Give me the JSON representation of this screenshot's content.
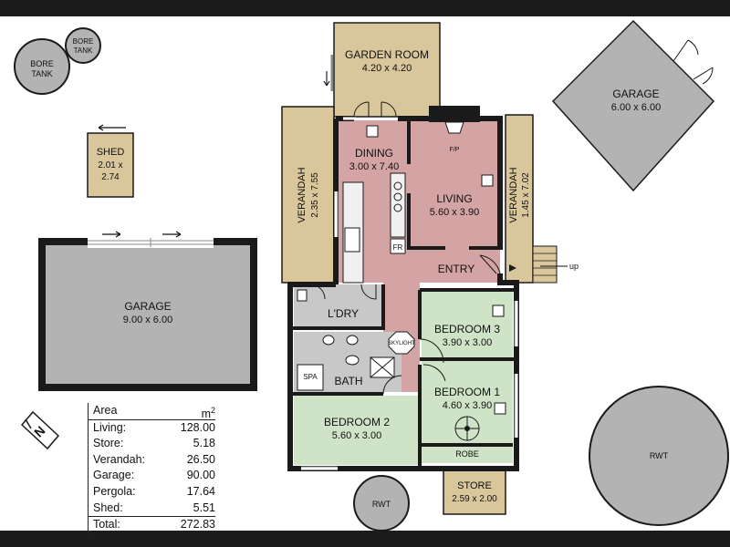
{
  "rooms": {
    "garden_room": {
      "name": "GARDEN ROOM",
      "dims": "4.20 x 4.20"
    },
    "dining": {
      "name": "DINING",
      "dims": "3.00 x 7.40"
    },
    "living": {
      "name": "LIVING",
      "dims": "5.60 x 3.90"
    },
    "fp": "F/P",
    "fr": "FR",
    "verandah_left": {
      "name": "VERANDAH",
      "dims": "2.35 x 7.55"
    },
    "verandah_right": {
      "name": "VERANDAH",
      "dims": "1.45 x 7.02"
    },
    "entry": "ENTRY",
    "up": "up",
    "laundry": "L'DRY",
    "skylight": "SKYLIGHT",
    "bath": "BATH",
    "spa": "SPA",
    "bedroom3": {
      "name": "BEDROOM 3",
      "dims": "3.90 x 3.00"
    },
    "bedroom1": {
      "name": "BEDROOM 1",
      "dims": "4.60 x 3.90"
    },
    "robe": "ROBE",
    "bedroom2": {
      "name": "BEDROOM 2",
      "dims": "5.60 x 3.00"
    },
    "store": {
      "name": "STORE",
      "dims": "2.59 x 2.00"
    },
    "garage_left": {
      "name": "GARAGE",
      "dims": "9.00 x 6.00"
    },
    "garage_right": {
      "name": "GARAGE",
      "dims": "6.00 x 6.00"
    },
    "shed": {
      "name": "SHED",
      "dims1": "2.01 x",
      "dims2": "2.74"
    },
    "bore_tank_large": {
      "l1": "BORE",
      "l2": "TANK"
    },
    "bore_tank_small": {
      "l1": "BORE",
      "l2": "TANK"
    },
    "rwt_small": "RWT",
    "rwt_large": "RWT"
  },
  "area_table": {
    "header_label": "Area",
    "header_unit": "m",
    "header_sup": "2",
    "rows": [
      {
        "label": "Living:",
        "value": "128.00"
      },
      {
        "label": "Store:",
        "value": "5.18"
      },
      {
        "label": "Verandah:",
        "value": "26.50"
      },
      {
        "label": "Garage:",
        "value": "90.00"
      },
      {
        "label": "Pergola:",
        "value": "17.64"
      },
      {
        "label": "Shed:",
        "value": "5.51"
      }
    ],
    "total": {
      "label": "Total:",
      "value": "272.83"
    }
  },
  "compass": {
    "letter": "N"
  },
  "colors": {
    "walls": "#1a1a1a",
    "garage": "#b3b3b3",
    "verandah": "#d9c69b",
    "living": "#d4a3a3",
    "bedroom": "#cfe3c6",
    "wet_area": "#c8c8c8"
  }
}
